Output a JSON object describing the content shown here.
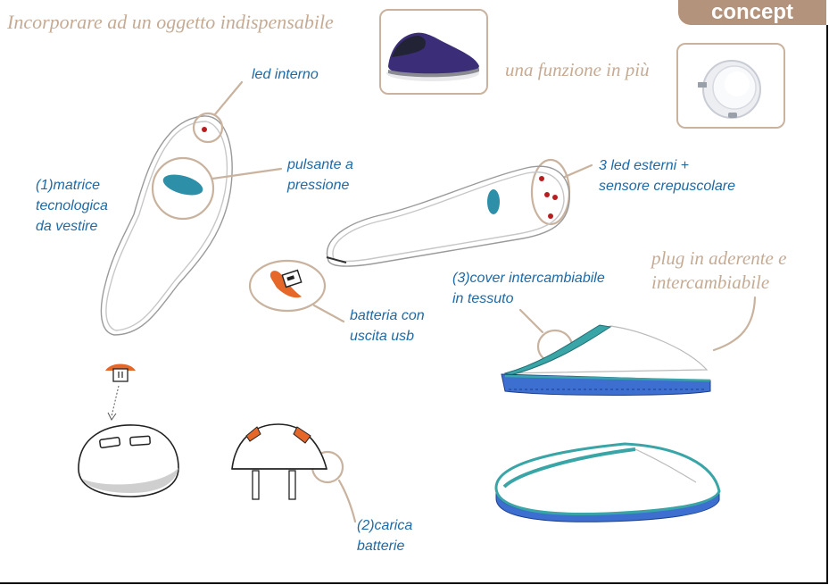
{
  "header": {
    "tab_label": "concept",
    "intro": "Incorporare ad un oggetto indispensabile",
    "extra": "una funzione in più",
    "plug_label": [
      "plug in aderente e",
      "intercambiabile"
    ]
  },
  "labels": {
    "led_interno": "led interno",
    "pulsante": [
      "pulsante a",
      "pressione"
    ],
    "matrice": [
      "(1)matrice",
      "tecnologica",
      "da vestire"
    ],
    "led_esterni": [
      "3 led esterni +",
      "sensore crepuscolare"
    ],
    "batteria": [
      "batteria con",
      "uscita usb"
    ],
    "cover": [
      "(3)cover intercambiabile",
      "in tessuto"
    ],
    "carica": [
      "(2)carica",
      "batterie"
    ]
  },
  "colors": {
    "accent_tab": "#b3937b",
    "beige_text": "#c6ab94",
    "blue_text": "#1e6aa6",
    "callout_circle": "#c9b39f",
    "teal": "#3aa5a7",
    "sole_blue": "#3d6fd1",
    "orange": "#e6672a",
    "slipper_purple": "#3b2d78"
  }
}
